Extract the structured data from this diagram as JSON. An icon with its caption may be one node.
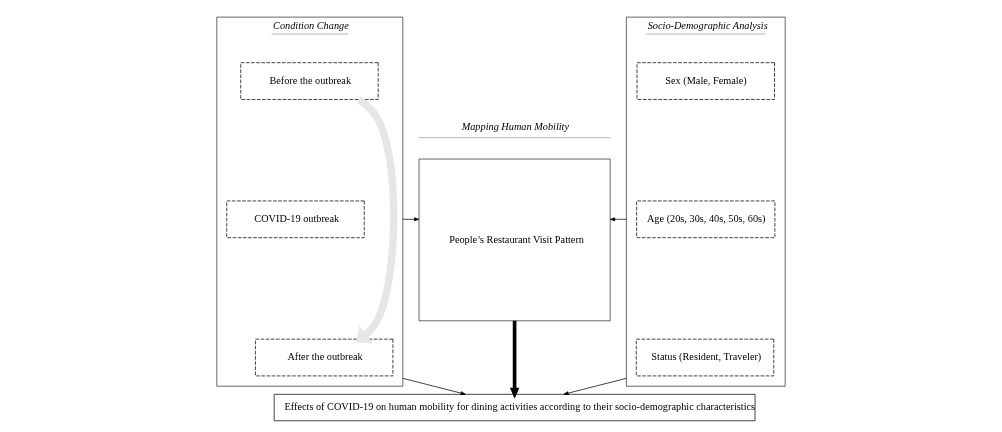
{
  "diagram": {
    "nodes": [
      {
        "text": [
          "Condition Change"
        ]
      },
      {
        "text": [
          "Before the outbreak"
        ],
        "in": 0
      },
      {
        "text": [
          "COVID-19 outbreak"
        ],
        "in": 0
      },
      {
        "text": [
          "After the outbreak"
        ],
        "in": 0
      },
      {
        "text": [
          "Mapping Human Mobility",
          "People’s Restaurant Visit Pattern"
        ]
      },
      {
        "text": [
          "Socio-Demographic Analysis"
        ]
      },
      {
        "text": [
          "Sex (Male, Female)"
        ],
        "in": 5
      },
      {
        "text": [
          "Age (20s, 30s, 40s, 50s, 60s)"
        ],
        "in": 5
      },
      {
        "text": [
          "Status (Resident, Traveler)"
        ],
        "in": 5
      },
      {
        "text": [
          "Effects of COVID-19 on human mobility for dining activities according to their socio-demographic characteristics"
        ]
      }
    ],
    "edges": [
      {
        "from": 1,
        "to": 3,
        "arrow": "to",
        "style": "thick",
        "color": "#e6e6e6"
      },
      {
        "from": 0,
        "to": 4,
        "arrow": "to"
      },
      {
        "from": 5,
        "to": 4,
        "arrow": "to"
      },
      {
        "from": 0,
        "to": 9,
        "arrow": "to"
      },
      {
        "from": 4,
        "to": 9,
        "arrow": "to",
        "style": "thick"
      },
      {
        "from": 5,
        "to": 9,
        "arrow": "to"
      }
    ]
  }
}
